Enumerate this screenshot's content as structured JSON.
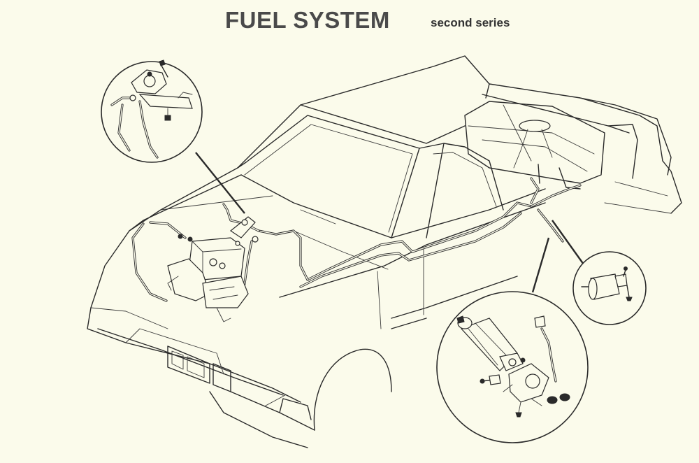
{
  "header": {
    "title": "FUEL SYSTEM",
    "subtitle": "second series"
  },
  "colors": {
    "background": "#fbfbeb",
    "ink": "#2a2a2a"
  },
  "icons": [
    "pressure-regulator-detail",
    "fuel-pump-detail",
    "fuel-filter-detail",
    "fuel-tank",
    "engine-intake",
    "car-body-outline"
  ]
}
